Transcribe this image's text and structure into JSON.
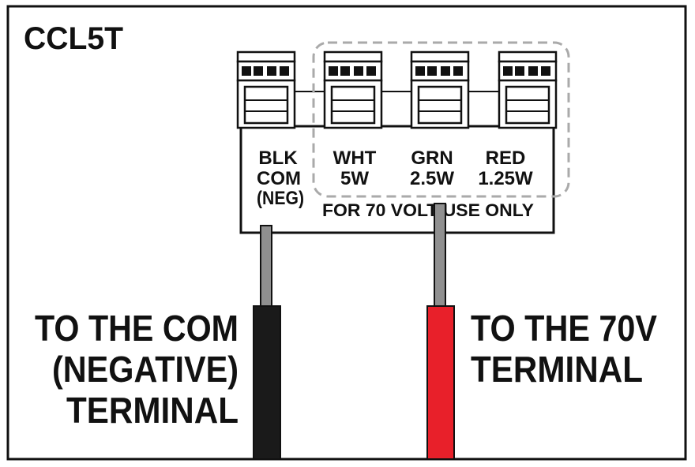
{
  "model": "CCL5T",
  "terminals": [
    {
      "color_code": "BLK",
      "lines": [
        "COM",
        "(NEG)"
      ]
    },
    {
      "color_code": "WHT",
      "lines": [
        "5W"
      ]
    },
    {
      "color_code": "GRN",
      "lines": [
        "2.5W"
      ]
    },
    {
      "color_code": "RED",
      "lines": [
        "1.25W"
      ]
    }
  ],
  "usage_note": "FOR 70 VOLT USE ONLY",
  "com_wire_label": [
    "TO THE COM",
    "(NEGATIVE)",
    "TERMINAL"
  ],
  "v70_wire_label": [
    "TO THE 70V",
    "TERMINAL"
  ],
  "colors": {
    "outline": "#111111",
    "dashed_group": "#aaaaaa",
    "lead_gray": "#909090",
    "com_wire": "#1a1a1a",
    "v70_wire": "#e8202a"
  }
}
